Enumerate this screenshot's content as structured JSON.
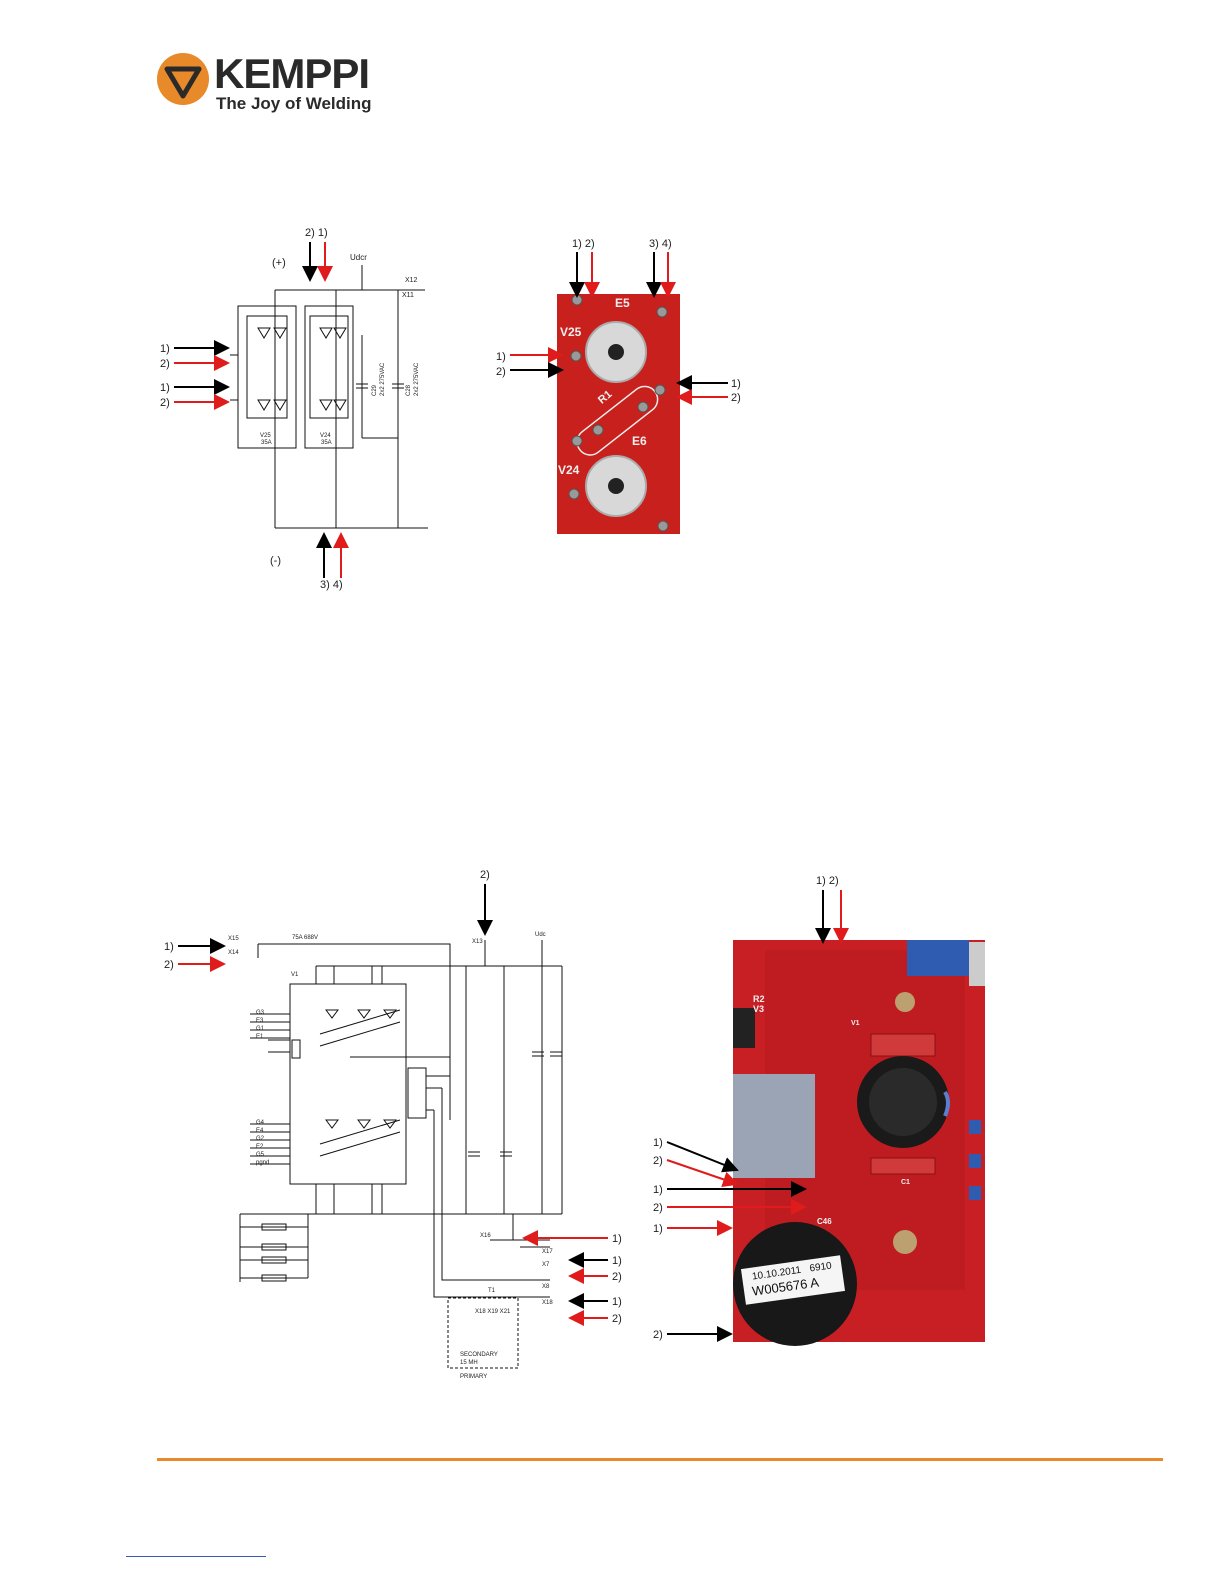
{
  "header": {
    "brand_name": "KEMPPI",
    "tagline": "The Joy of Welding",
    "brand_color": "#e8892a"
  },
  "figure1": {
    "schematic": {
      "top_markers": "2)  1)",
      "bottom_markers": "3)  4)",
      "plus_label": "(+)",
      "minus_label": "(-)",
      "left_markers": [
        "1)",
        "2)",
        "1)",
        "2)"
      ],
      "net_udcr": "Udcr",
      "conn_x12": "X12",
      "conn_x11": "X11",
      "bridge_v25": "V25",
      "bridge_v25_rating": "35A",
      "bridge_v24": "V24",
      "bridge_v24_rating": "35A",
      "cap_c29": "C29",
      "cap_c29_value": "2x2 275VAC",
      "cap_c28": "C28",
      "cap_c28_value": "2x2 275VAC"
    },
    "photo": {
      "top_markers_left": "1)  2)",
      "top_markers_right": "3)  4)",
      "left_markers": [
        "1)",
        "2)"
      ],
      "right_markers": [
        "1)",
        "2)"
      ],
      "silk_e5": "E5",
      "silk_v25": "V25",
      "silk_r1": "R1",
      "silk_e6": "E6",
      "silk_v24": "V24"
    }
  },
  "figure2": {
    "schematic": {
      "top_marker": "2)",
      "left_markers": [
        "1)",
        "2)"
      ],
      "right_markers": [
        "1)",
        "1)",
        "2)",
        "1)",
        "2)"
      ],
      "conn_x15": "X15",
      "conn_x14": "X14",
      "fuse_rating": "75A 688V",
      "conn_x13": "X13",
      "net_udc": "Udc",
      "module_v1": "V1",
      "conn_x16": "X16",
      "conn_x17": "X17",
      "conn_x7": "X7",
      "conn_x8": "X8",
      "conn_x18": "X18",
      "transformer_t1": "T1",
      "transformer_pins": "X18 X19 X21",
      "secondary": "SECONDARY",
      "secondary_value": "15 MH",
      "primary": "PRIMARY",
      "gate_labels": [
        "G3",
        "E3",
        "G1",
        "E1",
        "G4",
        "E4",
        "G2",
        "E2",
        "G5",
        "pgnd"
      ]
    },
    "photo": {
      "top_markers": "1)  2)",
      "left_markers": [
        "1)",
        "2)",
        "1)",
        "2)",
        "1)",
        "2)"
      ],
      "silk_r2": "R2",
      "silk_v3": "V3",
      "silk_v1": "V1",
      "silk_c1": "C1",
      "silk_c46": "C46",
      "sticker_date": "10.10.2011",
      "sticker_code": "6910",
      "sticker_serial": "W005676 A"
    }
  }
}
